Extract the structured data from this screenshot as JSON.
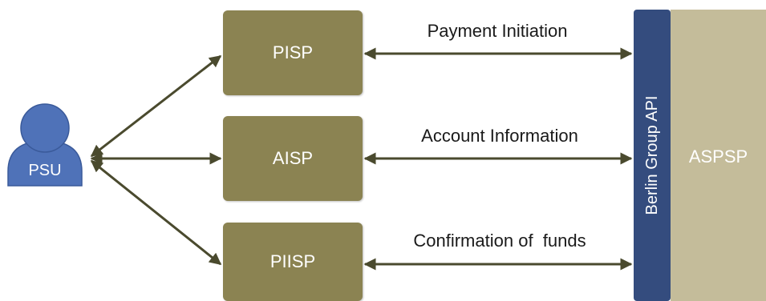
{
  "psu": {
    "label": "PSU"
  },
  "providers": [
    {
      "name": "PISP",
      "flow": "Payment Initiation"
    },
    {
      "name": "AISP",
      "flow": "Account Information"
    },
    {
      "name": "PIISP",
      "flow": "Confirmation of  funds"
    }
  ],
  "api": {
    "label": "Berlin Group API"
  },
  "aspsp": {
    "label": "ASPSP"
  },
  "colors": {
    "provider_box": "#8b8352",
    "api_bar": "#344c7e",
    "aspsp_panel": "#c4bc9a",
    "psu_figure": "#4f72b8",
    "arrow": "#4a4a2e"
  }
}
